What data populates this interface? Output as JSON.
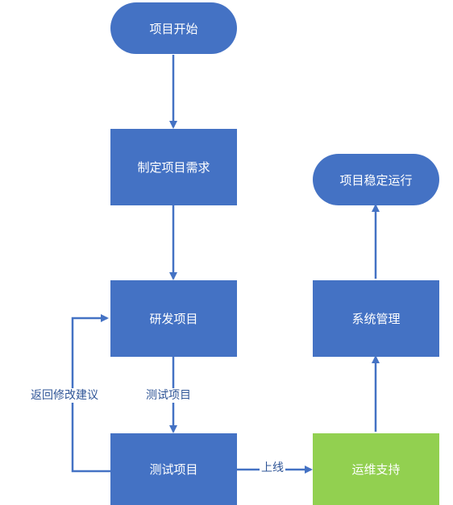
{
  "nodes": {
    "start": "项目开始",
    "requirements": "制定项目需求",
    "develop": "研发项目",
    "test": "测试项目",
    "ops": "运维支持",
    "system_mgmt": "系统管理",
    "stable_run": "项目稳定运行"
  },
  "edge_labels": {
    "test_project": "测试项目",
    "feedback": "返回修改建议",
    "go_live": "上线"
  },
  "colors": {
    "primary": "#4472C4",
    "accent_green": "#92D050",
    "arrow": "#4472C4",
    "label_text": "#2F5597"
  }
}
